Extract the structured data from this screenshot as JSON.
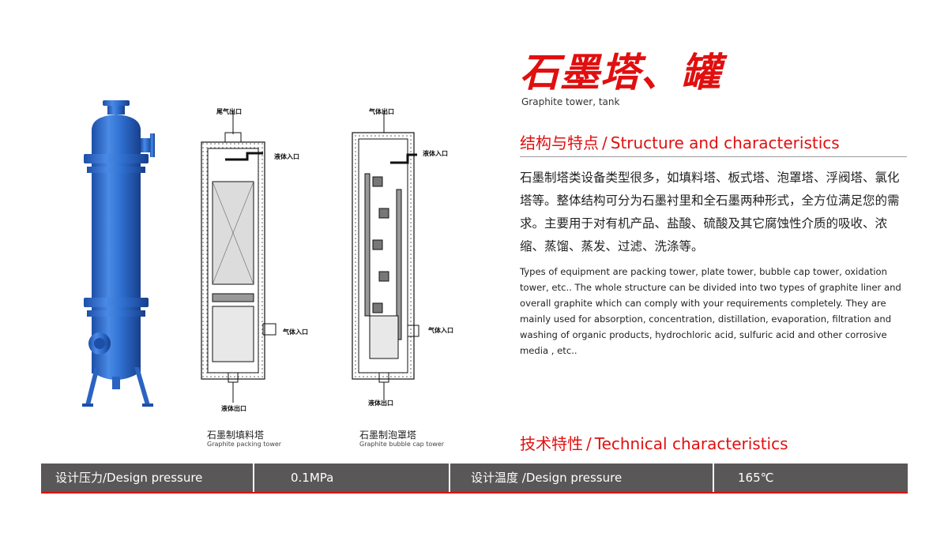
{
  "title": "石墨塔、罐",
  "subtitle": "Graphite tower, tank",
  "structure": {
    "heading_cn": "结构与特点",
    "heading_sep": "/",
    "heading_en": "Structure and characteristics",
    "body_cn": "石墨制塔类设备类型很多，如填料塔、板式塔、泡罩塔、浮阀塔、氯化塔等。整体结构可分为石墨衬里和全石墨两种形式，全方位满足您的需求。主要用于对有机产品、盐酸、硫酸及其它腐蚀性介质的吸收、浓缩、蒸馏、蒸发、过滤、洗涤等。",
    "body_en": "Types of equipment are packing tower, plate tower, bubble cap tower, oxidation tower, etc.. The whole structure can be divided into two types of graphite liner and overall graphite which can comply with your requirements completely. They are mainly used for absorption, concentration, distillation, evaporation, filtration and washing of organic products, hydrochloric acid, sulfuric acid and other corrosive media , etc.."
  },
  "technical": {
    "heading_cn": "技术特性",
    "heading_sep": "/",
    "heading_en": "Technical characteristics",
    "specs": {
      "pressure_label": "设计压力/Design pressure",
      "pressure_value": "0.1MPa",
      "temp_label": "设计温度 /Design pressure",
      "temp_value": "165℃"
    }
  },
  "diagrams": {
    "packing": {
      "tail_gas_outlet": "尾气出口",
      "liquid_inlet": "液体入口",
      "gas_inlet": "气体入口",
      "liquid_outlet": "液体出口",
      "caption_cn": "石墨制填料塔",
      "caption_en": "Graphite packing tower"
    },
    "bubble": {
      "gas_outlet": "气体出口",
      "liquid_inlet": "液体入口",
      "gas_inlet": "气体入口",
      "liquid_outlet": "液体出口",
      "caption_cn": "石墨制泡罩塔",
      "caption_en": "Graphite bubble cap tower"
    }
  },
  "colors": {
    "accent_red": "#e10f0f",
    "tower_blue": "#2f6fd0",
    "spec_bar_gray": "#595757"
  }
}
